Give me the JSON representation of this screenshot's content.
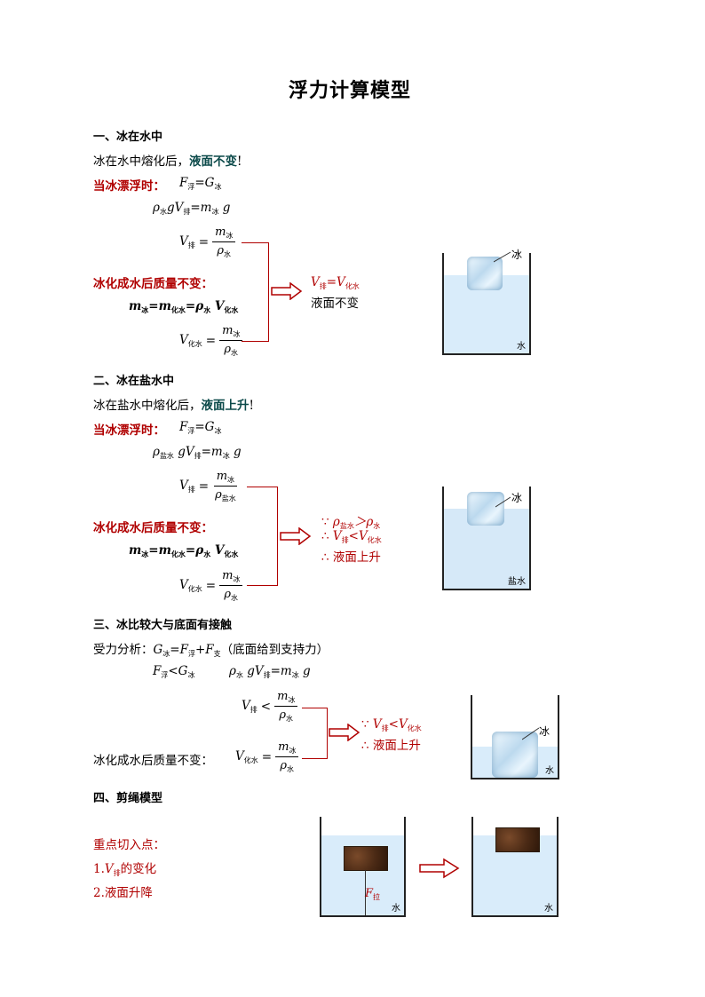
{
  "title": "浮力计算模型",
  "s1": {
    "heading": "一、冰在水中",
    "intro_a": "冰在水中熔化后，",
    "intro_b": "液面不变",
    "intro_c": "!",
    "floating": "当冰漂浮时：",
    "eq1_l": "F",
    "eq1_ls": "浮",
    "eq1_m": "=G",
    "eq1_rs": "冰",
    "eq2_a": "ρ",
    "eq2_as": "水",
    "eq2_b": "gV",
    "eq2_bs": "排",
    "eq2_c": "=m",
    "eq2_cs": "冰",
    "eq2_d": " g",
    "frac1_lhs": "V",
    "frac1_lhs_s": "排",
    "frac1_num": "m",
    "frac1_num_s": "冰",
    "frac1_den": "ρ",
    "frac1_den_s": "水",
    "mass": "冰化成水后质量不变：",
    "eq3_a": "m",
    "eq3_as": "冰",
    "eq3_b": "=m",
    "eq3_bs": "化水",
    "eq3_c": "=ρ",
    "eq3_cs": "水",
    "eq3_d": " V",
    "eq3_ds": "化水",
    "frac2_lhs": "V",
    "frac2_lhs_s": "化水",
    "frac2_num": "m",
    "frac2_num_s": "冰",
    "frac2_den": "ρ",
    "frac2_den_s": "水",
    "concl1_a": "V",
    "concl1_as": "排",
    "concl1_b": "=V",
    "concl1_bs": "化水",
    "concl2": "液面不变",
    "ice_label": "冰",
    "water_label": "水"
  },
  "s2": {
    "heading": "二、冰在盐水中",
    "intro_a": "冰在盐水中熔化后，",
    "intro_b": "液面上升",
    "intro_c": "!",
    "floating": "当冰漂浮时：",
    "eq1_l": "F",
    "eq1_ls": "浮",
    "eq1_m": "=G",
    "eq1_rs": "冰",
    "eq2_a": "ρ",
    "eq2_as": "盐水",
    "eq2_b": " gV",
    "eq2_bs": "排",
    "eq2_c": "=m",
    "eq2_cs": "冰",
    "eq2_d": " g",
    "frac1_lhs": "V",
    "frac1_lhs_s": "排",
    "frac1_num": "m",
    "frac1_num_s": "冰",
    "frac1_den": "ρ",
    "frac1_den_s": "盐水",
    "mass": "冰化成水后质量不变：",
    "eq3_a": "m",
    "eq3_as": "冰",
    "eq3_b": "=m",
    "eq3_bs": "化水",
    "eq3_c": "=ρ",
    "eq3_cs": "水",
    "eq3_d": " V",
    "eq3_ds": "化水",
    "frac2_lhs": "V",
    "frac2_lhs_s": "化水",
    "frac2_num": "m",
    "frac2_num_s": "冰",
    "frac2_den": "ρ",
    "frac2_den_s": "水",
    "concl1_p": "∵ ",
    "concl1_a": "ρ",
    "concl1_as": "盐水",
    "concl1_b": "＞ρ",
    "concl1_bs": "水",
    "concl2_p": "∴ ",
    "concl2_a": "V",
    "concl2_as": "排",
    "concl2_b": "<V",
    "concl2_bs": "化水",
    "concl3_p": "∴ ",
    "concl3": "液面上升",
    "ice_label": "冰",
    "water_label": "盐水"
  },
  "s3": {
    "heading": "三、冰比较大与底面有接触",
    "force_a": "受力分析：",
    "force_b": "G",
    "force_bs": "冰",
    "force_c": "=F",
    "force_cs": "浮",
    "force_d": "+F",
    "force_ds": "支",
    "force_e": "（底面给到支持力）",
    "ineq_a": "F",
    "ineq_as": "浮",
    "ineq_b": "<G",
    "ineq_bs": "冰",
    "eq_a": "ρ",
    "eq_as": "水",
    "eq_b": " gV",
    "eq_bs": "排",
    "eq_c": "=m",
    "eq_cs": "冰",
    "eq_d": " g",
    "frac1_lhs": "V",
    "frac1_lhs_s": "排",
    "frac1_rel": "<",
    "frac1_num": "m",
    "frac1_num_s": "冰",
    "frac1_den": "ρ",
    "frac1_den_s": "水",
    "mass": "冰化成水后质量不变：",
    "frac2_lhs": "V",
    "frac2_lhs_s": "化水",
    "frac2_num": "m",
    "frac2_num_s": "冰",
    "frac2_den": "ρ",
    "frac2_den_s": "水",
    "concl1_p": "∵ ",
    "concl1_a": "V",
    "concl1_as": "排",
    "concl1_b": "<V",
    "concl1_bs": "化水",
    "concl2_p": "∴ ",
    "concl2": "液面上升",
    "ice_label": "冰",
    "water_label": "水"
  },
  "s4": {
    "heading": "四、剪绳模型",
    "key": "重点切入点：",
    "point1_a": "1.",
    "point1_b": "V",
    "point1_bs": "排",
    "point1_c": "的变化",
    "point2": "2.液面升降",
    "force_label": "F",
    "force_label_s": "拉",
    "water_label_1": "水",
    "water_label_2": "水"
  },
  "colors": {
    "accent_red": "#b00000",
    "heading_teal": "#0c4a4a",
    "water": "#d9ecfa",
    "saltwater": "#d6e9f8"
  }
}
